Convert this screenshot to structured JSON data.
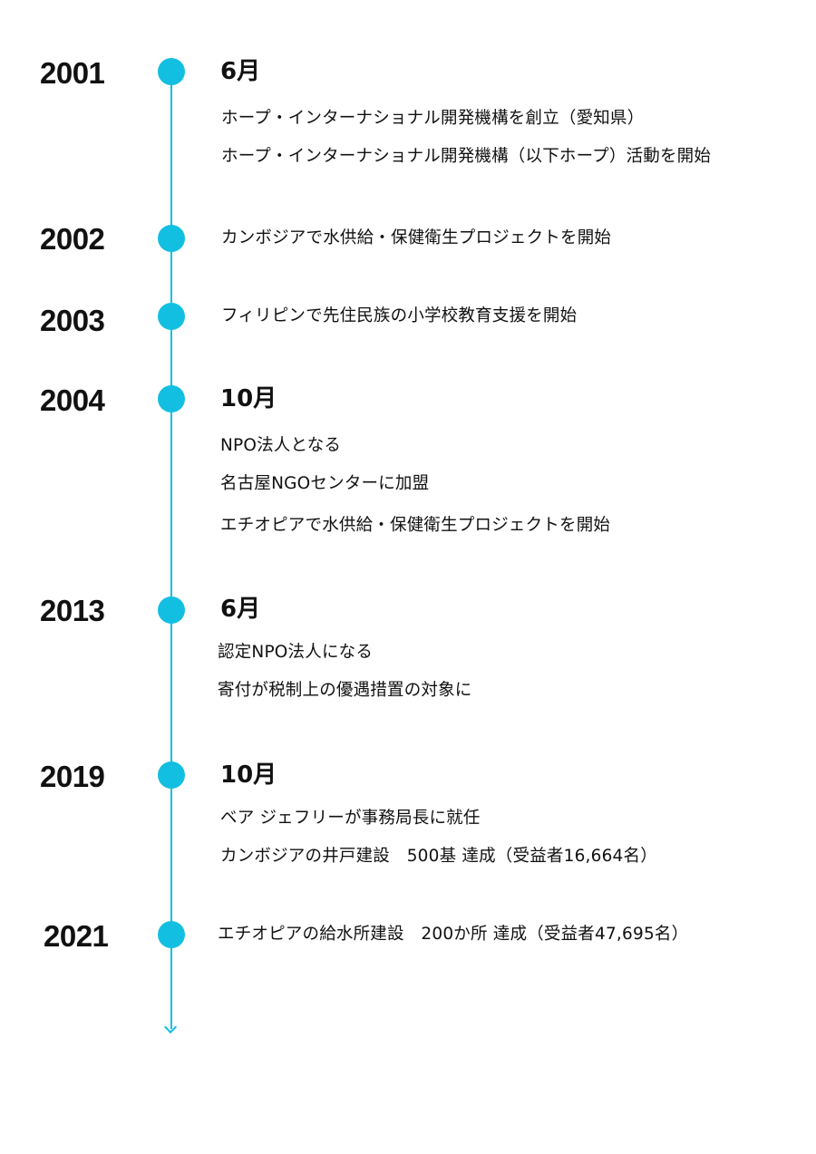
{
  "timeline": {
    "accent_color": "#13bfe0",
    "entries": [
      {
        "year": "2001",
        "month": "6月",
        "events": [
          "ホープ・インターナショナル開発機構を創立（愛知県）",
          "ホープ・インターナショナル開発機構（以下ホープ）活動を開始"
        ]
      },
      {
        "year": "2002",
        "events": [
          "カンボジアで水供給・保健衛生プロジェクトを開始"
        ]
      },
      {
        "year": "2003",
        "events": [
          "フィリピンで先住民族の小学校教育支援を開始"
        ]
      },
      {
        "year": "2004",
        "month": "10月",
        "events": [
          "NPO法人となる",
          "名古屋NGOセンターに加盟",
          "エチオピアで水供給・保健衛生プロジェクトを開始"
        ]
      },
      {
        "year": "2013",
        "month": "6月",
        "events": [
          "認定NPO法人になる",
          "寄付が税制上の優遇措置の対象に"
        ]
      },
      {
        "year": "2019",
        "month": "10月",
        "events": [
          "ベア ジェフリーが事務局長に就任",
          "カンボジアの井戸建設　500基 達成（受益者16,664名）"
        ]
      },
      {
        "year": "2021",
        "events": [
          "エチオピアの給水所建設　200か所 達成（受益者47,695名）"
        ]
      }
    ]
  }
}
